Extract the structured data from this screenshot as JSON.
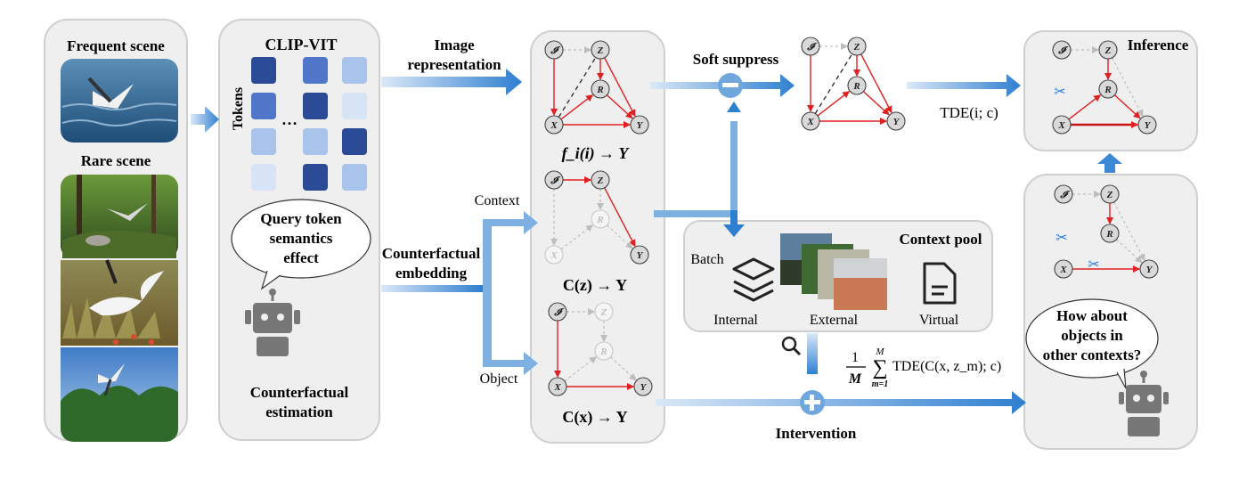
{
  "left_panel": {
    "frequent_title": "Frequent scene",
    "rare_title": "Rare scene"
  },
  "clip_panel": {
    "title": "CLIP-VIT",
    "tokens_label": "Tokens",
    "ellipsis": "…",
    "bubble_lines": [
      "Query token",
      "semantics",
      "effect"
    ],
    "bottom_lines": [
      "Counterfactual",
      "estimation"
    ]
  },
  "arrows": {
    "image_rep": [
      "Image",
      "representation"
    ],
    "cf_embed": [
      "Counterfactual",
      "embedding"
    ],
    "context": "Context",
    "object": "Object",
    "soft_suppress": "Soft suppress",
    "batch": "Batch",
    "intervention": "Intervention",
    "tde_label": "TDE(i; c)",
    "formula": {
      "frac_num": "1",
      "frac_den": "M",
      "sum_top": "M",
      "sum_bottom": "m=1",
      "body": "TDE(C(x, z_m); c)"
    }
  },
  "graphs": {
    "node_labels": {
      "I": "𝓘",
      "Z": "Z",
      "R": "R",
      "X": "X",
      "Y": "Y"
    },
    "g1_caption": "f_i(i) → Y",
    "g2_caption": "C(z) → Y",
    "g3_caption": "C(x) → Y"
  },
  "context_pool": {
    "title": "Context pool",
    "items": [
      "Internal",
      "External",
      "Virtual"
    ]
  },
  "inference": {
    "title": "Inference",
    "bubble_lines": [
      "How about",
      "objects in",
      "other contexts?"
    ]
  },
  "colors": {
    "panel_bg": "#efefef",
    "panel_border": "#c9c9c9",
    "edge_red": "#e02020",
    "arrow_blue": "#2f7fd0",
    "token_dark": "#2c4b96",
    "token_mid": "#4f76c9",
    "token_light": "#a9c4ea",
    "token_pale": "#d6e4f6"
  }
}
